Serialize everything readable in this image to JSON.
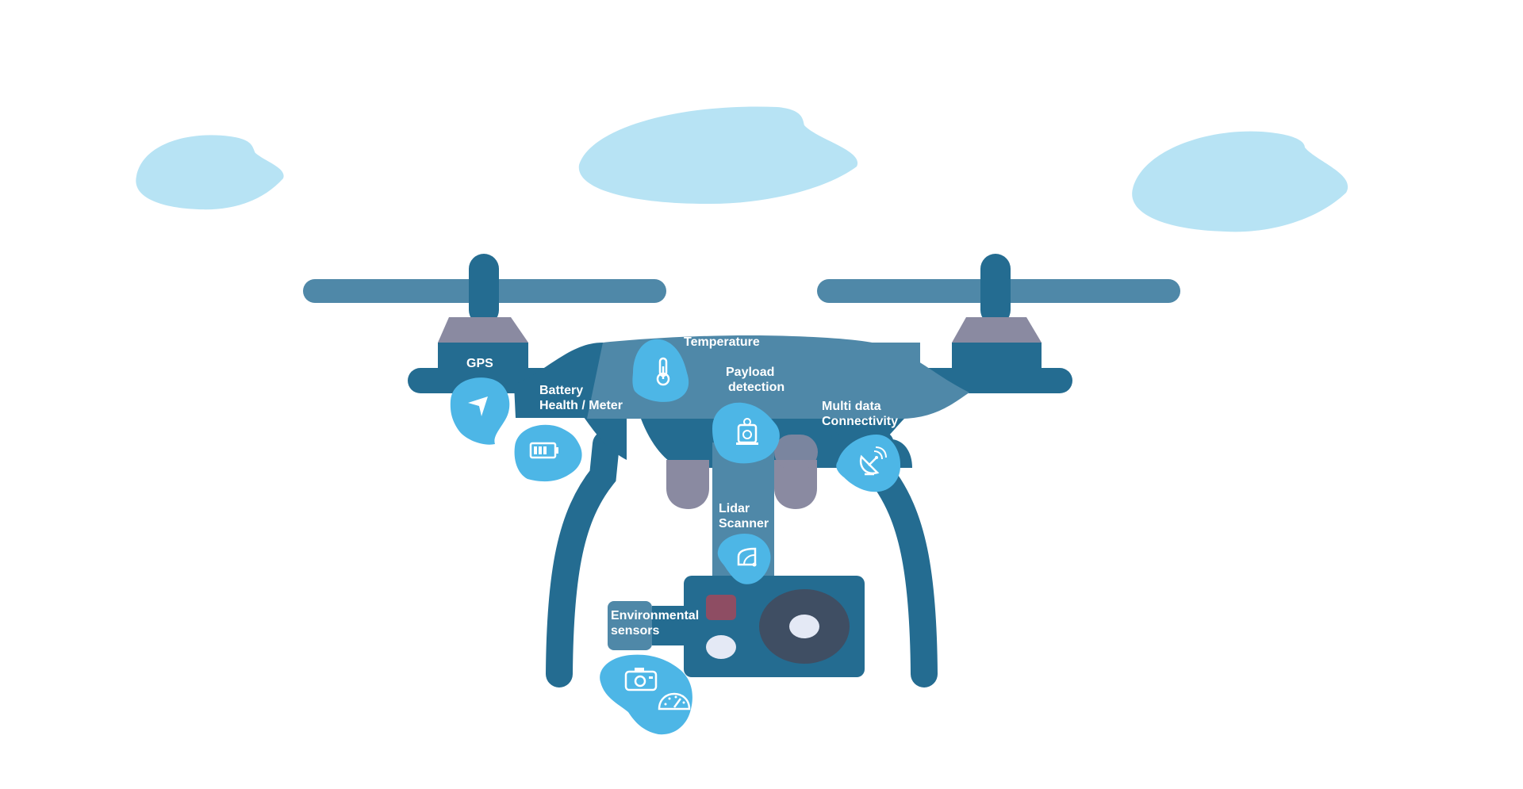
{
  "colors": {
    "background": "#ffffff",
    "cloud": "#b7e3f4",
    "drone_dark": "#246c91",
    "drone_mid": "#4f88a8",
    "motor_cap": "#8a8aa1",
    "motor_lower": "#8a8aa1",
    "badge": "#4db6e6",
    "label_text": "#ffffff",
    "camera_lens": "#3f4e63",
    "camera_light": "#e4e9f5",
    "camera_record": "#8e4d63"
  },
  "features": [
    {
      "key": "gps",
      "lines": [
        "GPS"
      ],
      "icon": "navigation-arrow-icon"
    },
    {
      "key": "battery",
      "lines": [
        "Battery",
        "Health / Meter"
      ],
      "icon": "battery-icon"
    },
    {
      "key": "temperature",
      "lines": [
        "Temperature"
      ],
      "icon": "thermometer-icon"
    },
    {
      "key": "payload",
      "lines": [
        "Payload",
        "detection"
      ],
      "icon": "weight-scale-icon"
    },
    {
      "key": "connectivity",
      "lines": [
        "Multi data",
        "Connectivity"
      ],
      "icon": "satellite-dish-icon"
    },
    {
      "key": "lidar",
      "lines": [
        "Lidar",
        "Scanner"
      ],
      "icon": "lidar-scanner-icon"
    },
    {
      "key": "environmental",
      "lines": [
        "Environmental",
        "sensors"
      ],
      "icons": [
        "camera-icon",
        "speedometer-icon"
      ]
    }
  ]
}
